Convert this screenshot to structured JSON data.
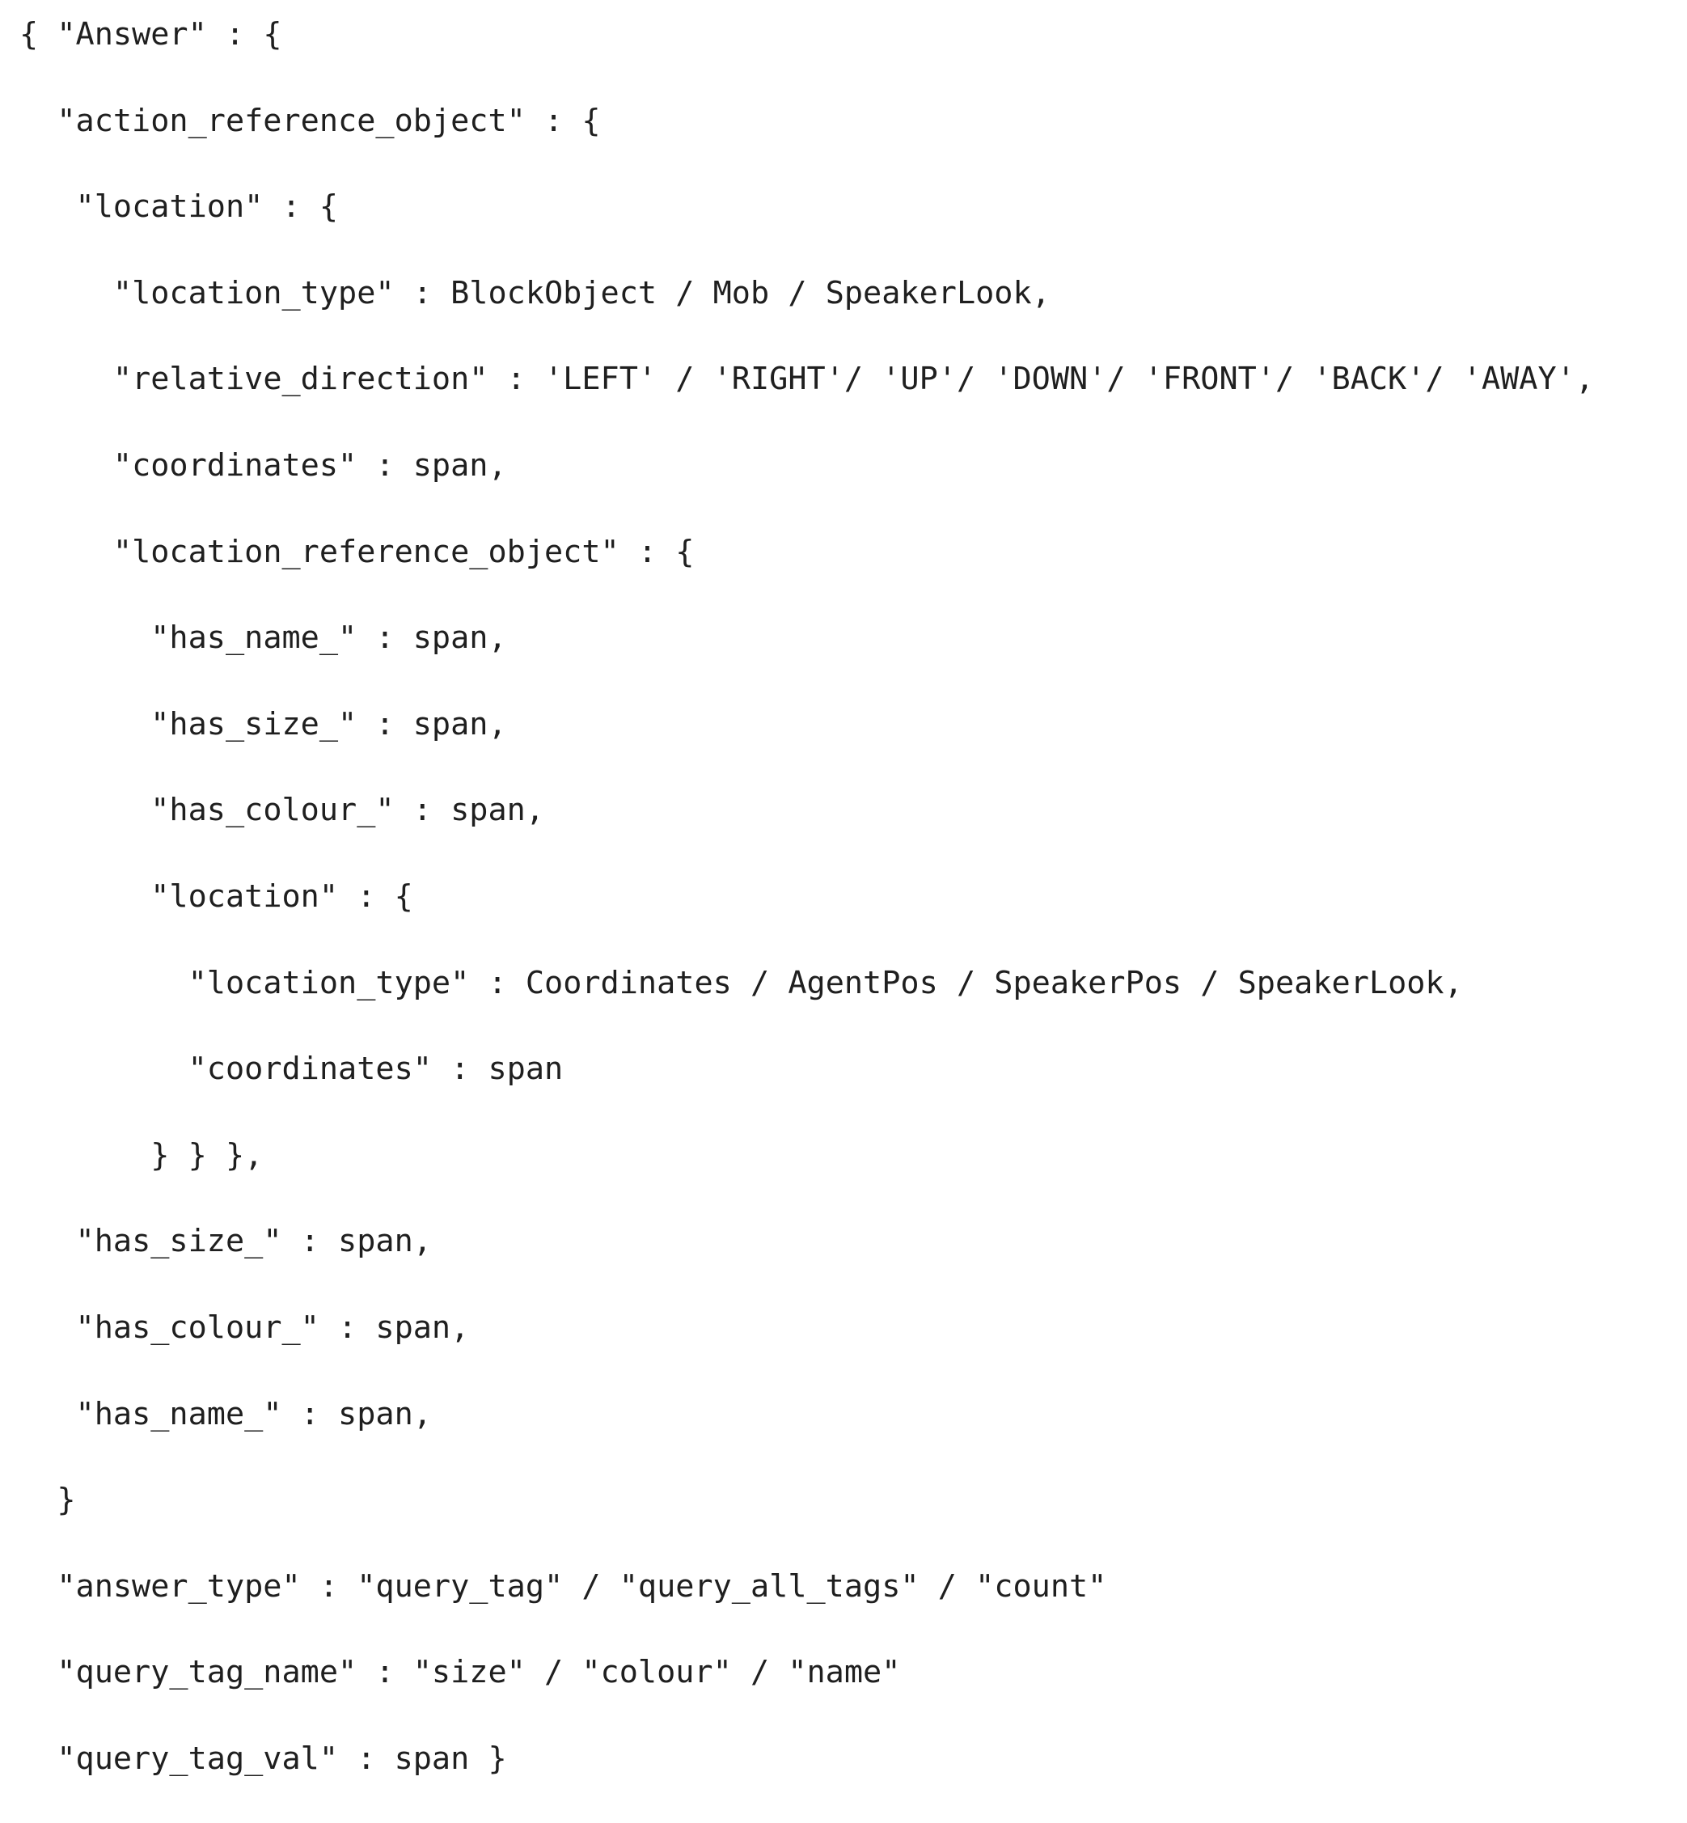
{
  "code_lines": [
    {
      "indent": 0,
      "text": "{ \"Answer\" : {"
    },
    {
      "indent": 2,
      "text": "\"action_reference_object\" : {"
    },
    {
      "indent": 3,
      "text": "\"location\" : {"
    },
    {
      "indent": 5,
      "text": "\"location_type\" : BlockObject / Mob / SpeakerLook,"
    },
    {
      "indent": 5,
      "text": "\"relative_direction\" : 'LEFT' / 'RIGHT'/ 'UP'/ 'DOWN'/ 'FRONT'/ 'BACK'/ 'AWAY',"
    },
    {
      "indent": 5,
      "text": "\"coordinates\" : span,"
    },
    {
      "indent": 5,
      "text": "\"location_reference_object\" : {"
    },
    {
      "indent": 7,
      "text": "\"has_name_\" : span,"
    },
    {
      "indent": 7,
      "text": "\"has_size_\" : span,"
    },
    {
      "indent": 7,
      "text": "\"has_colour_\" : span,"
    },
    {
      "indent": 7,
      "text": "\"location\" : {"
    },
    {
      "indent": 9,
      "text": "\"location_type\" : Coordinates / AgentPos / SpeakerPos / SpeakerLook,"
    },
    {
      "indent": 9,
      "text": "\"coordinates\" : span"
    },
    {
      "indent": 7,
      "text": "} } },"
    },
    {
      "indent": 3,
      "text": "\"has_size_\" : span,"
    },
    {
      "indent": 3,
      "text": "\"has_colour_\" : span,"
    },
    {
      "indent": 3,
      "text": "\"has_name_\" : span,"
    },
    {
      "indent": 2,
      "text": "}"
    },
    {
      "indent": 2,
      "text": "\"answer_type\" : \"query_tag\" / \"query_all_tags\" / \"count\""
    },
    {
      "indent": 2,
      "text": "\"query_tag_name\" : \"size\" / \"colour\" / \"name\""
    },
    {
      "indent": 2,
      "text": "\"query_tag_val\" : span }"
    }
  ]
}
